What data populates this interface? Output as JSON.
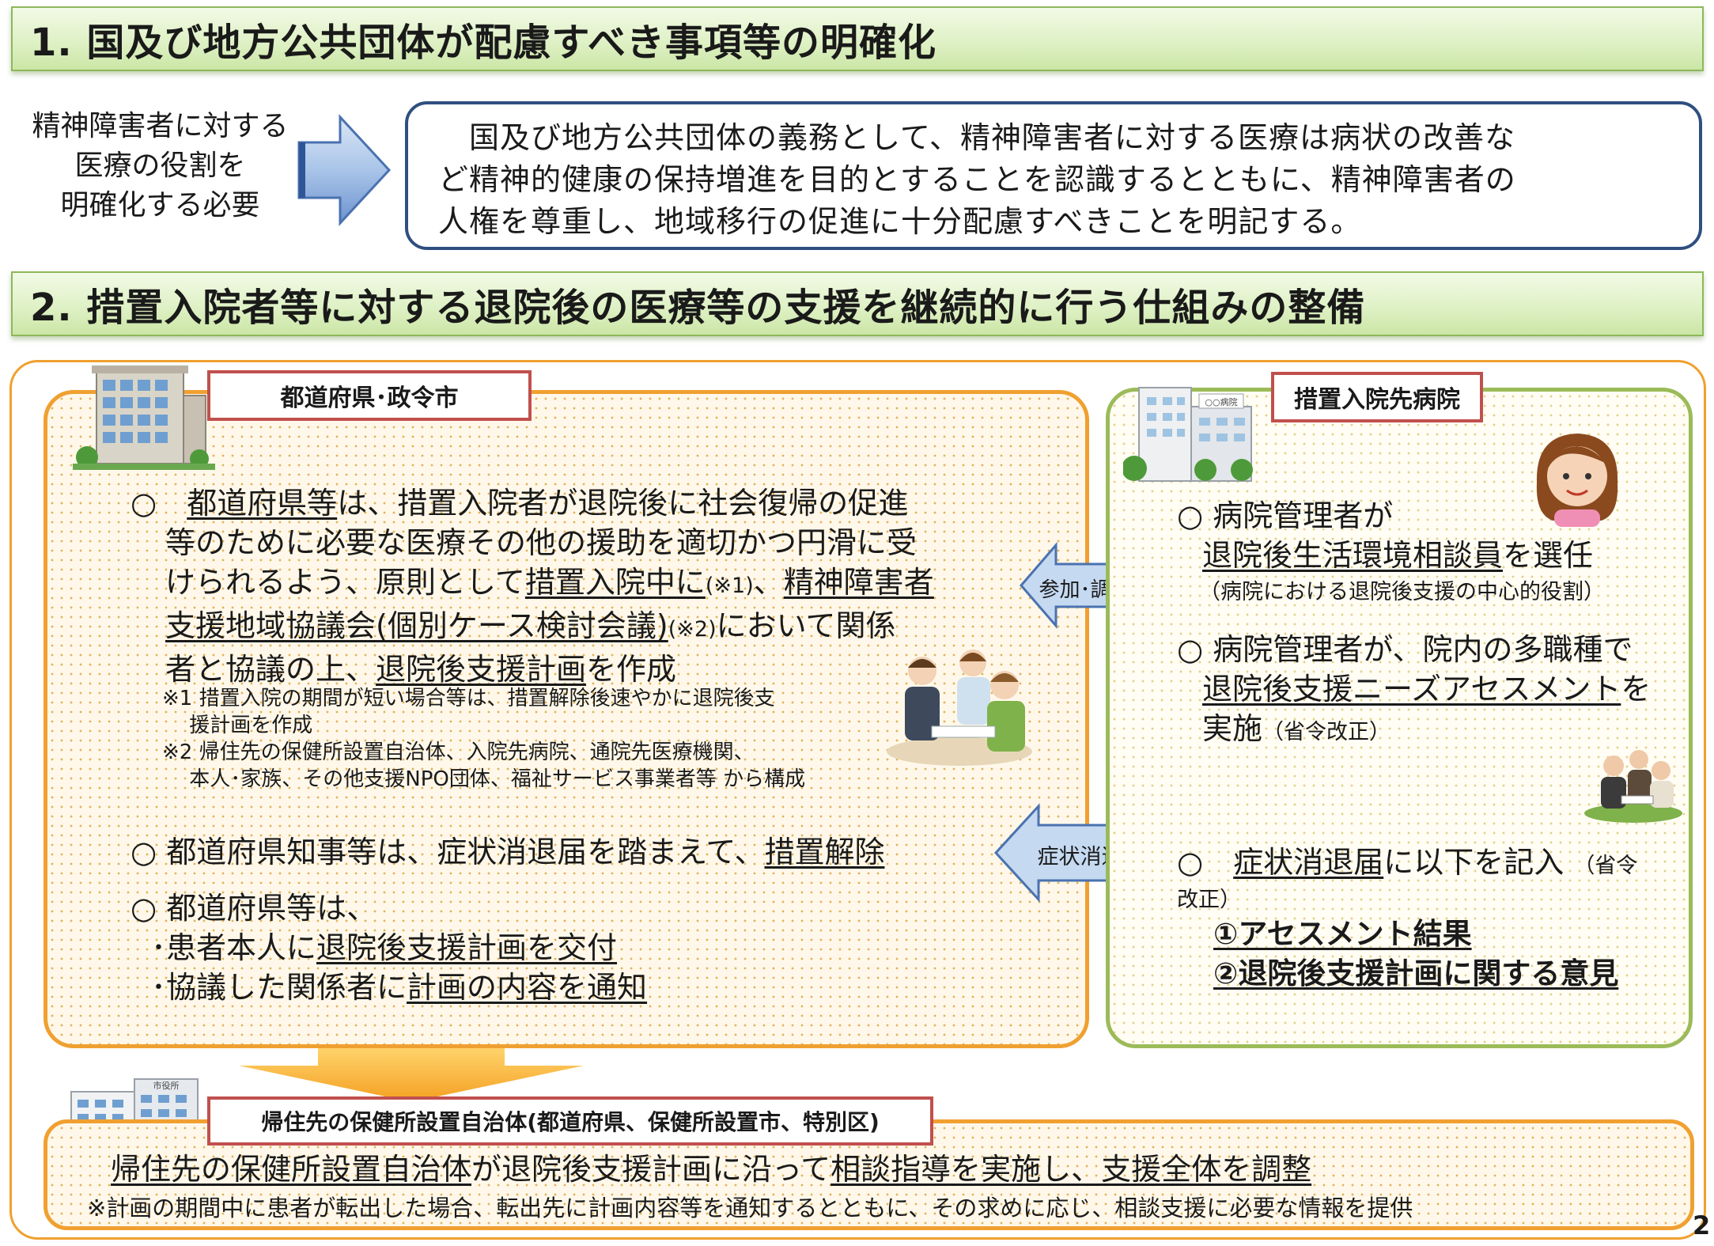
{
  "section1": {
    "title": "1.  国及び地方公共団体が配慮すべき事項等の明確化",
    "need_lines": [
      "精神障害者に対する",
      "医療の役割を",
      "明確化する必要"
    ],
    "body_lines": [
      "　国及び地方公共団体の義務として、精神障害者に対する医療は病状の改善な",
      "ど精神的健康の保持増進を目的とすることを認識するとともに、精神障害者の",
      "人権を尊重し、地域移行の促進に十分配慮すべきことを明記する。"
    ]
  },
  "section2": {
    "title": "2.  措置入院者等に対する退院後の医療等の支援を継続的に行う仕組みの整備"
  },
  "prefecture": {
    "label": "都道府県･政令市",
    "p1": {
      "bullet": "○",
      "t1": "都道府県等",
      "t2": "は、措置入院者が退院後に社会復帰の促進",
      "t3": "等のために必要な医療その他の援助を適切かつ円滑に受",
      "t4": "けられるよう、原則として",
      "t5": "措置入院中に",
      "t6": "(※1)",
      "t7": "、",
      "t8": "精神障害者",
      "t9": "支援地域協議会(個別ケース検討会議)",
      "t10": "(※2)",
      "t11": "において関係",
      "t12": "者と協議の上、",
      "t13": "退院後支援計画",
      "t14": "を作成"
    },
    "notes": [
      "※1  措置入院の期間が短い場合等は、措置解除後速やかに退院後支",
      "　 援計画を作成",
      "※2  帰住先の保健所設置自治体、入院先病院、通院先医療機関、",
      "　 本人･家族、その他支援NPO団体、福祉サービス事業者等 から構成"
    ],
    "p2": {
      "bullet": "○",
      "t1": " 都道府県知事等は、症状消退届を踏まえて、",
      "t2": "措置解除"
    },
    "p3": {
      "bullet": "○",
      "t1": " 都道府県等は、",
      "l1a": "･患者本人に",
      "l1b": "退院後支援計画を交付",
      "l2a": "･協議した関係者に",
      "l2b": "計画の内容を通知"
    }
  },
  "arrows": {
    "participation": "参加･調整",
    "symptom_report": "症状消退届"
  },
  "hospital": {
    "label": "措置入院先病院",
    "sign": "○○病院",
    "p1": {
      "bullet": "○",
      "t1": " 病院管理者が",
      "t2": "退院後生活環境相談員",
      "t3": "を選任",
      "t4": "（病院における退院後支援の中心的役割）"
    },
    "p2": {
      "bullet": "○",
      "t1": " 病院管理者が、院内の多職種で",
      "t2": "退院後支援ニーズアセスメント",
      "t3": "を",
      "t4": "実施",
      "t5": "（省令改正）"
    },
    "p3": {
      "bullet": "○",
      "t1": "症状消退届",
      "t2": "に以下を記入",
      "t3": "（省令",
      "t4": "改正）",
      "i1": "①アセスメント結果",
      "i2": "②退院後支援計画に関する意見"
    }
  },
  "destination": {
    "label": "帰住先の保健所設置自治体(都道府県、保健所設置市、特別区)",
    "sign": "市役所",
    "t1": "帰住先の保健所設置自治体",
    "t2": "が退院後支援計画に沿って",
    "t3": "相談指導を実施し、支援全体を調整",
    "note": "※計画の期間中に患者が転出した場合、転出先に計画内容等を通知するとともに、その求めに応じ、相談支援に必要な情報を提供"
  },
  "page_number": "2",
  "colors": {
    "banner_green": "#cbe6a6",
    "orange_border": "#f0a030",
    "green_border": "#9bbb59",
    "label_red": "#c0504d",
    "blue_arrow": "#c5d9f1",
    "navy_box": "#1f3864"
  }
}
